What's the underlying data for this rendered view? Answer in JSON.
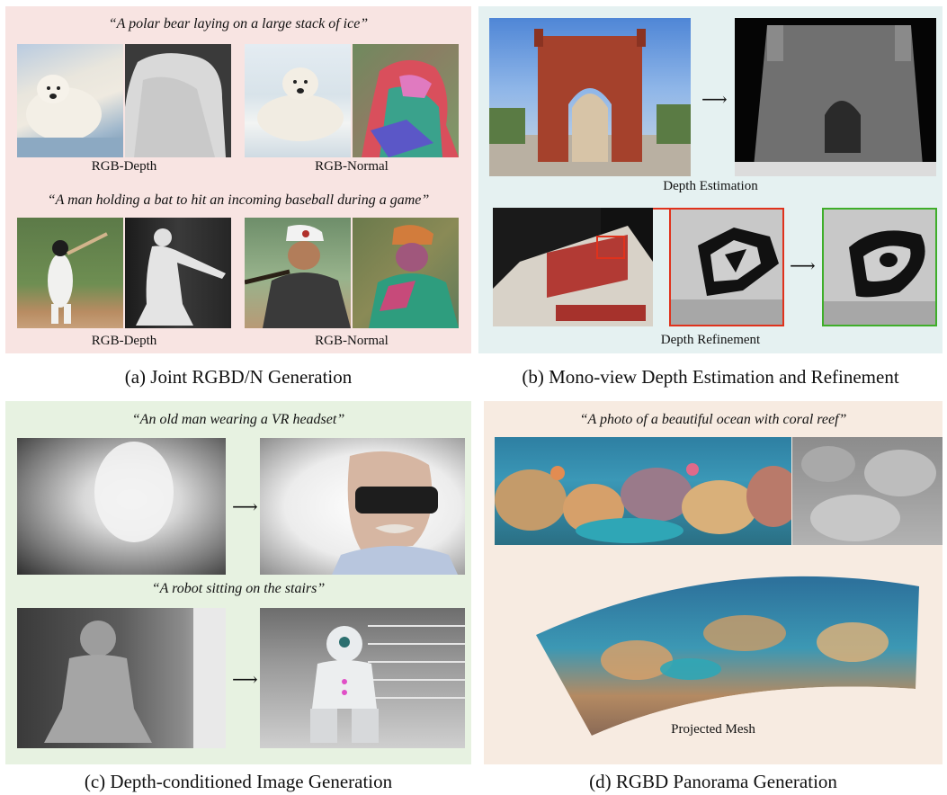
{
  "panel_a": {
    "background": "#f8e4e2",
    "quote1": "“A polar bear laying on a large stack of ice”",
    "quote2": "“A man holding a bat to hit an incoming baseball during a game”",
    "cap_rgb_depth_1": "RGB-Depth",
    "cap_rgb_normal_1": "RGB-Normal",
    "cap_rgb_depth_2": "RGB-Depth",
    "cap_rgb_normal_2": "RGB-Normal",
    "subtitle": "(a) Joint RGBD/N Generation"
  },
  "panel_b": {
    "background": "#e5f1f1",
    "cap_depth_estimation": "Depth Estimation",
    "cap_depth_refinement": "Depth Refinement",
    "subtitle": "(b) Mono-view Depth Estimation and Refinement",
    "zoom_box_color": "#e0321c",
    "refined_box_color": "#3fae2a"
  },
  "panel_c": {
    "background": "#e7f2e1",
    "quote1": "“An old man wearing a VR headset”",
    "quote2": "“A robot sitting on the stairs”",
    "subtitle": "(c) Depth-conditioned Image Generation"
  },
  "panel_d": {
    "background": "#f7ebe1",
    "quote1": "“A photo of a beautiful ocean with coral reef”",
    "cap_projected_mesh": "Projected Mesh",
    "subtitle": "(d) RGBD Panorama Generation"
  }
}
